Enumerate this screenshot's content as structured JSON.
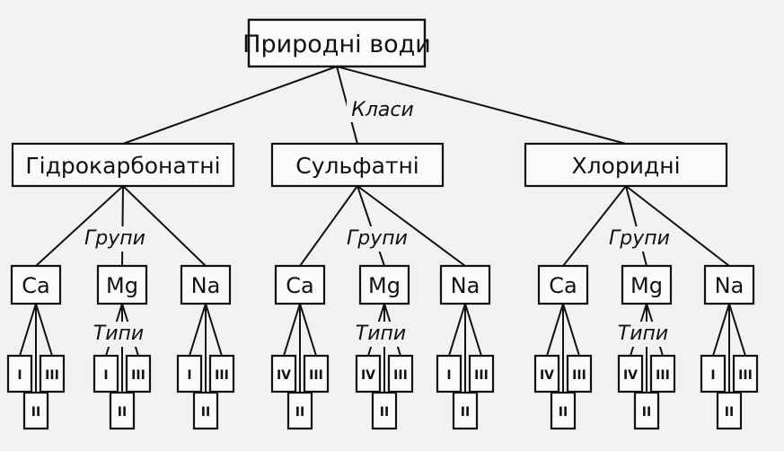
{
  "root": {
    "label": "Природні води"
  },
  "level_labels": {
    "classes": "Класи",
    "groups": "Групи",
    "types": "Типи"
  },
  "classes": [
    {
      "label": "Гідрокарбонатні",
      "groups": [
        {
          "label": "Ca",
          "types": [
            "I",
            "III",
            "II"
          ]
        },
        {
          "label": "Mg",
          "types": [
            "I",
            "III",
            "II"
          ]
        },
        {
          "label": "Na",
          "types": [
            "I",
            "III",
            "II"
          ]
        }
      ]
    },
    {
      "label": "Сульфатні",
      "groups": [
        {
          "label": "Ca",
          "types": [
            "IV",
            "III",
            "II"
          ]
        },
        {
          "label": "Mg",
          "types": [
            "IV",
            "III",
            "II"
          ]
        },
        {
          "label": "Na",
          "types": [
            "I",
            "III",
            "II"
          ]
        }
      ]
    },
    {
      "label": "Хлоридні",
      "groups": [
        {
          "label": "Ca",
          "types": [
            "IV",
            "III",
            "II"
          ]
        },
        {
          "label": "Mg",
          "types": [
            "IV",
            "III",
            "II"
          ]
        },
        {
          "label": "Na",
          "types": [
            "I",
            "III",
            "II"
          ]
        }
      ]
    }
  ]
}
